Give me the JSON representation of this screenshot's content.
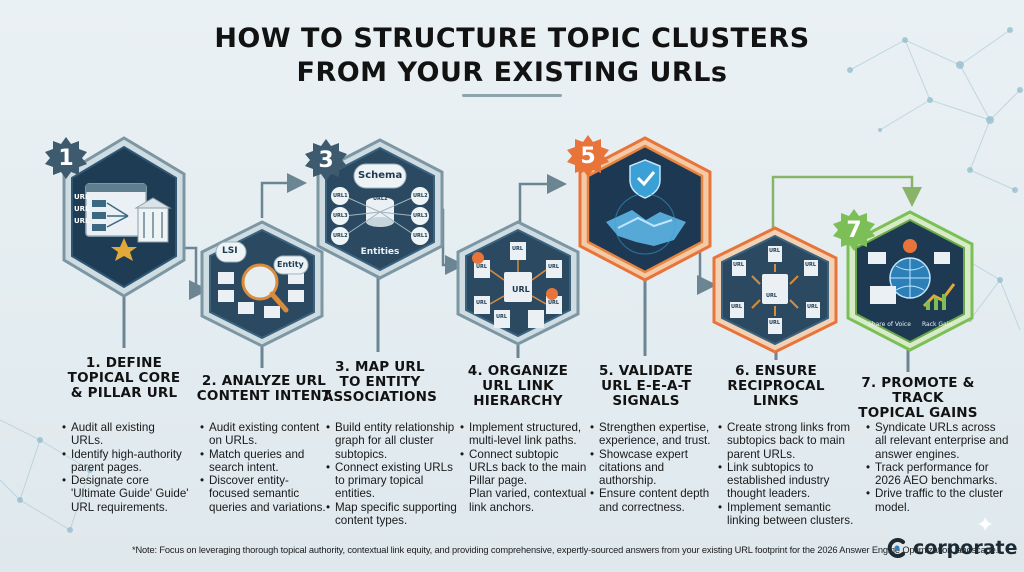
{
  "title_line1": "HOW TO STRUCTURE TOPIC CLUSTERS",
  "title_line2": "FROM YOUR EXISTING URLs",
  "steps": [
    {
      "number": "1",
      "heading": [
        "1. DEFINE",
        "TOPICAL CORE",
        "& PILLAR URL"
      ],
      "bullets": [
        "Audit all existing URLs.",
        "Identify high-authority parent pages.",
        "Designate core 'Ultimate Guide' Guide' URL requirements."
      ],
      "icon_labels": [
        "URL",
        "URL",
        "URL"
      ],
      "badge_color": "#3d5a6e"
    },
    {
      "number": "2",
      "heading": [
        "2. ANALYZE URL",
        "CONTENT INTENT"
      ],
      "bullets": [
        "Audit existing content on URLs.",
        "Match queries and search intent.",
        "Discover entity-focused semantic queries and variations."
      ],
      "icon_labels": [
        "LSI",
        "Entity"
      ]
    },
    {
      "number": "3",
      "heading": [
        "3. MAP URL",
        "TO ENTITY",
        "ASSOCIATIONS"
      ],
      "bullets": [
        "Build entity relationship graph for all cluster subtopics.",
        "Connect existing URLs to primary topical entities.",
        "Map specific supporting content types."
      ],
      "icon_labels": [
        "Schema",
        "Entities",
        "URL1",
        "URL3",
        "URL2",
        "URL2",
        "URL3",
        "URL1",
        "URL2"
      ],
      "badge_color": "#3d5a6e"
    },
    {
      "number": "4",
      "heading": [
        "4. ORGANIZE",
        "URL LINK",
        "HIERARCHY"
      ],
      "bullets": [
        "Implement structured, multi-level link paths.",
        "Connect subtopic URLs back to the main Pillar page."
      ],
      "extra_line": "Plan varied, contextual link anchors.",
      "icon_labels": [
        "URL",
        "URL",
        "URL",
        "URL",
        "URL",
        "URL",
        "URL"
      ]
    },
    {
      "number": "5",
      "heading": [
        "5. VALIDATE",
        "URL E-E-A-T",
        "SIGNALS"
      ],
      "bullets": [
        "Strengthen expertise, experience, and trust.",
        "Showcase expert citations and authorship.",
        "Ensure content depth and correctness."
      ],
      "badge_color": "#e8743a"
    },
    {
      "number": "6",
      "heading": [
        "6. ENSURE",
        "RECIPROCAL",
        "LINKS"
      ],
      "bullets": [
        "Create strong links from subtopics back to main parent URLs.",
        "Link subtopics to established industry thought leaders.",
        "Implement semantic linking between clusters."
      ],
      "icon_labels": [
        "URL",
        "URL",
        "URL",
        "URL",
        "URL",
        "URL",
        "URL"
      ]
    },
    {
      "number": "7",
      "heading": [
        "7. PROMOTE & TRACK",
        "TOPICAL GAINS"
      ],
      "bullets": [
        "Syndicate URLs across all relevant enterprise and answer engines.",
        "Track performance for 2026 AEO benchmarks.",
        "Drive traffic to the cluster model."
      ],
      "icon_labels": [
        "Share of Voice",
        "Rack Gain"
      ],
      "badge_color": "#7cbf57"
    }
  ],
  "footnote": "*Note: Focus on leveraging thorough topical authority, contextual link equity, and providing comprehensive, expertly-sourced answers from your existing URL footprint for the 2026 Answer Engine Optimization landscape.",
  "brand": {
    "name": "corporate"
  },
  "colors": {
    "orange_accent": "#e8743a",
    "green_accent": "#7cbf57",
    "navy": "#1d3a52",
    "teal_border": "#5e7d8c"
  }
}
